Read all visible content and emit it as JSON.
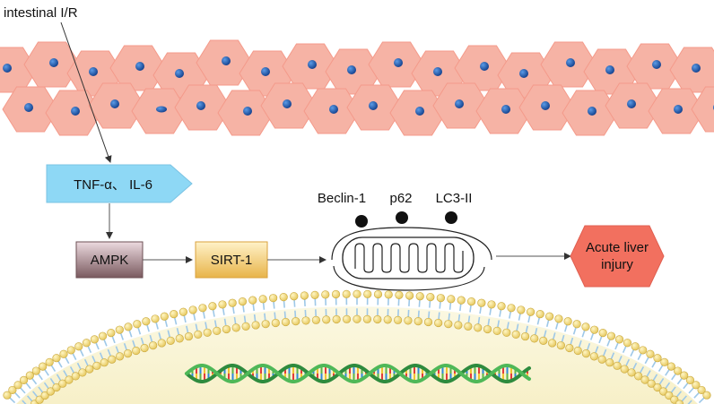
{
  "title_label": "intestinal I/R",
  "cytokines_label": "TNF-α、 IL-6",
  "ampk_label": "AMPK",
  "sirt1_label": "SIRT-1",
  "autophagy_markers": [
    "Beclin-1",
    "p62",
    "LC3-II"
  ],
  "outcome_label_line1": "Acute liver",
  "outcome_label_line2": "injury",
  "colors": {
    "cell_fill": "#f6b3a5",
    "cell_stroke": "#f49a8a",
    "nucleus": "#1e5db5",
    "cytokine_shape": "#8ed8f5",
    "ampk_box_top": "#ecdadf",
    "ampk_box_bottom": "#7a5a5f",
    "sirt1_box_top": "#fff2c8",
    "sirt1_box_bottom": "#e8b44a",
    "outcome_shape": "#f2705f",
    "membrane_head": "#f4de80",
    "membrane_tail": "#9ec8e8",
    "cytoplasm": "#fbf7dc"
  }
}
